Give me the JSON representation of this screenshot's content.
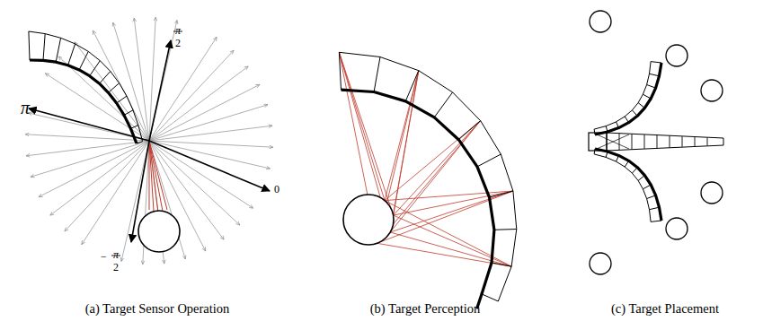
{
  "diagram": {
    "labels": [
      "π",
      "2",
      "π",
      "0",
      "−",
      "π",
      "2",
      "(a) Target Sensor Operation",
      "(b) Target Perception",
      "(c) Target Placement"
    ]
  }
}
